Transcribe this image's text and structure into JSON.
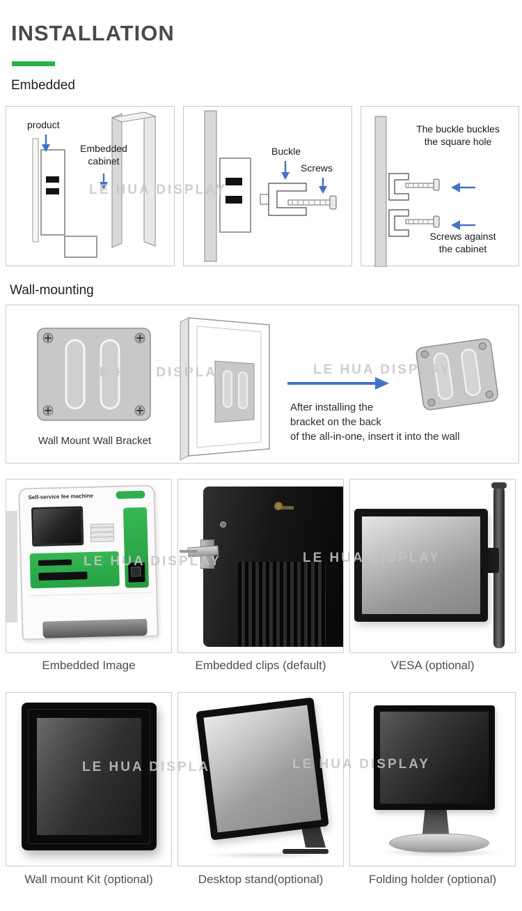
{
  "page": {
    "title": "INSTALLATION"
  },
  "colors": {
    "accent_green": "#27b24b",
    "arrow_blue": "#4472c4"
  },
  "watermark": "LE HUA DISPLAY",
  "embedded_section": {
    "heading": "Embedded",
    "diagram1": {
      "product_label": "product",
      "cabinet_label": "Embedded\ncabinet"
    },
    "diagram2": {
      "buckle_label": "Buckle",
      "screws_label": "Screws"
    },
    "diagram3": {
      "top_label": "The buckle buckles\nthe square hole",
      "bottom_label": "Screws against\nthe cabinet"
    }
  },
  "wall_section": {
    "heading": "Wall-mounting",
    "bracket_label": "Wall Mount Wall Bracket",
    "instruction": "After installing the\nbracket on the back\nof the all-in-one, insert it into the wall"
  },
  "kiosk": {
    "header": "Self-service fee machine"
  },
  "gallery_row1": [
    {
      "caption": "Embedded Image"
    },
    {
      "caption": "Embedded clips (default)"
    },
    {
      "caption": "VESA (optional)"
    }
  ],
  "gallery_row2": [
    {
      "caption": "Wall mount Kit (optional)"
    },
    {
      "caption": "Desktop stand(optional)"
    },
    {
      "caption": "Folding holder (optional)"
    }
  ]
}
